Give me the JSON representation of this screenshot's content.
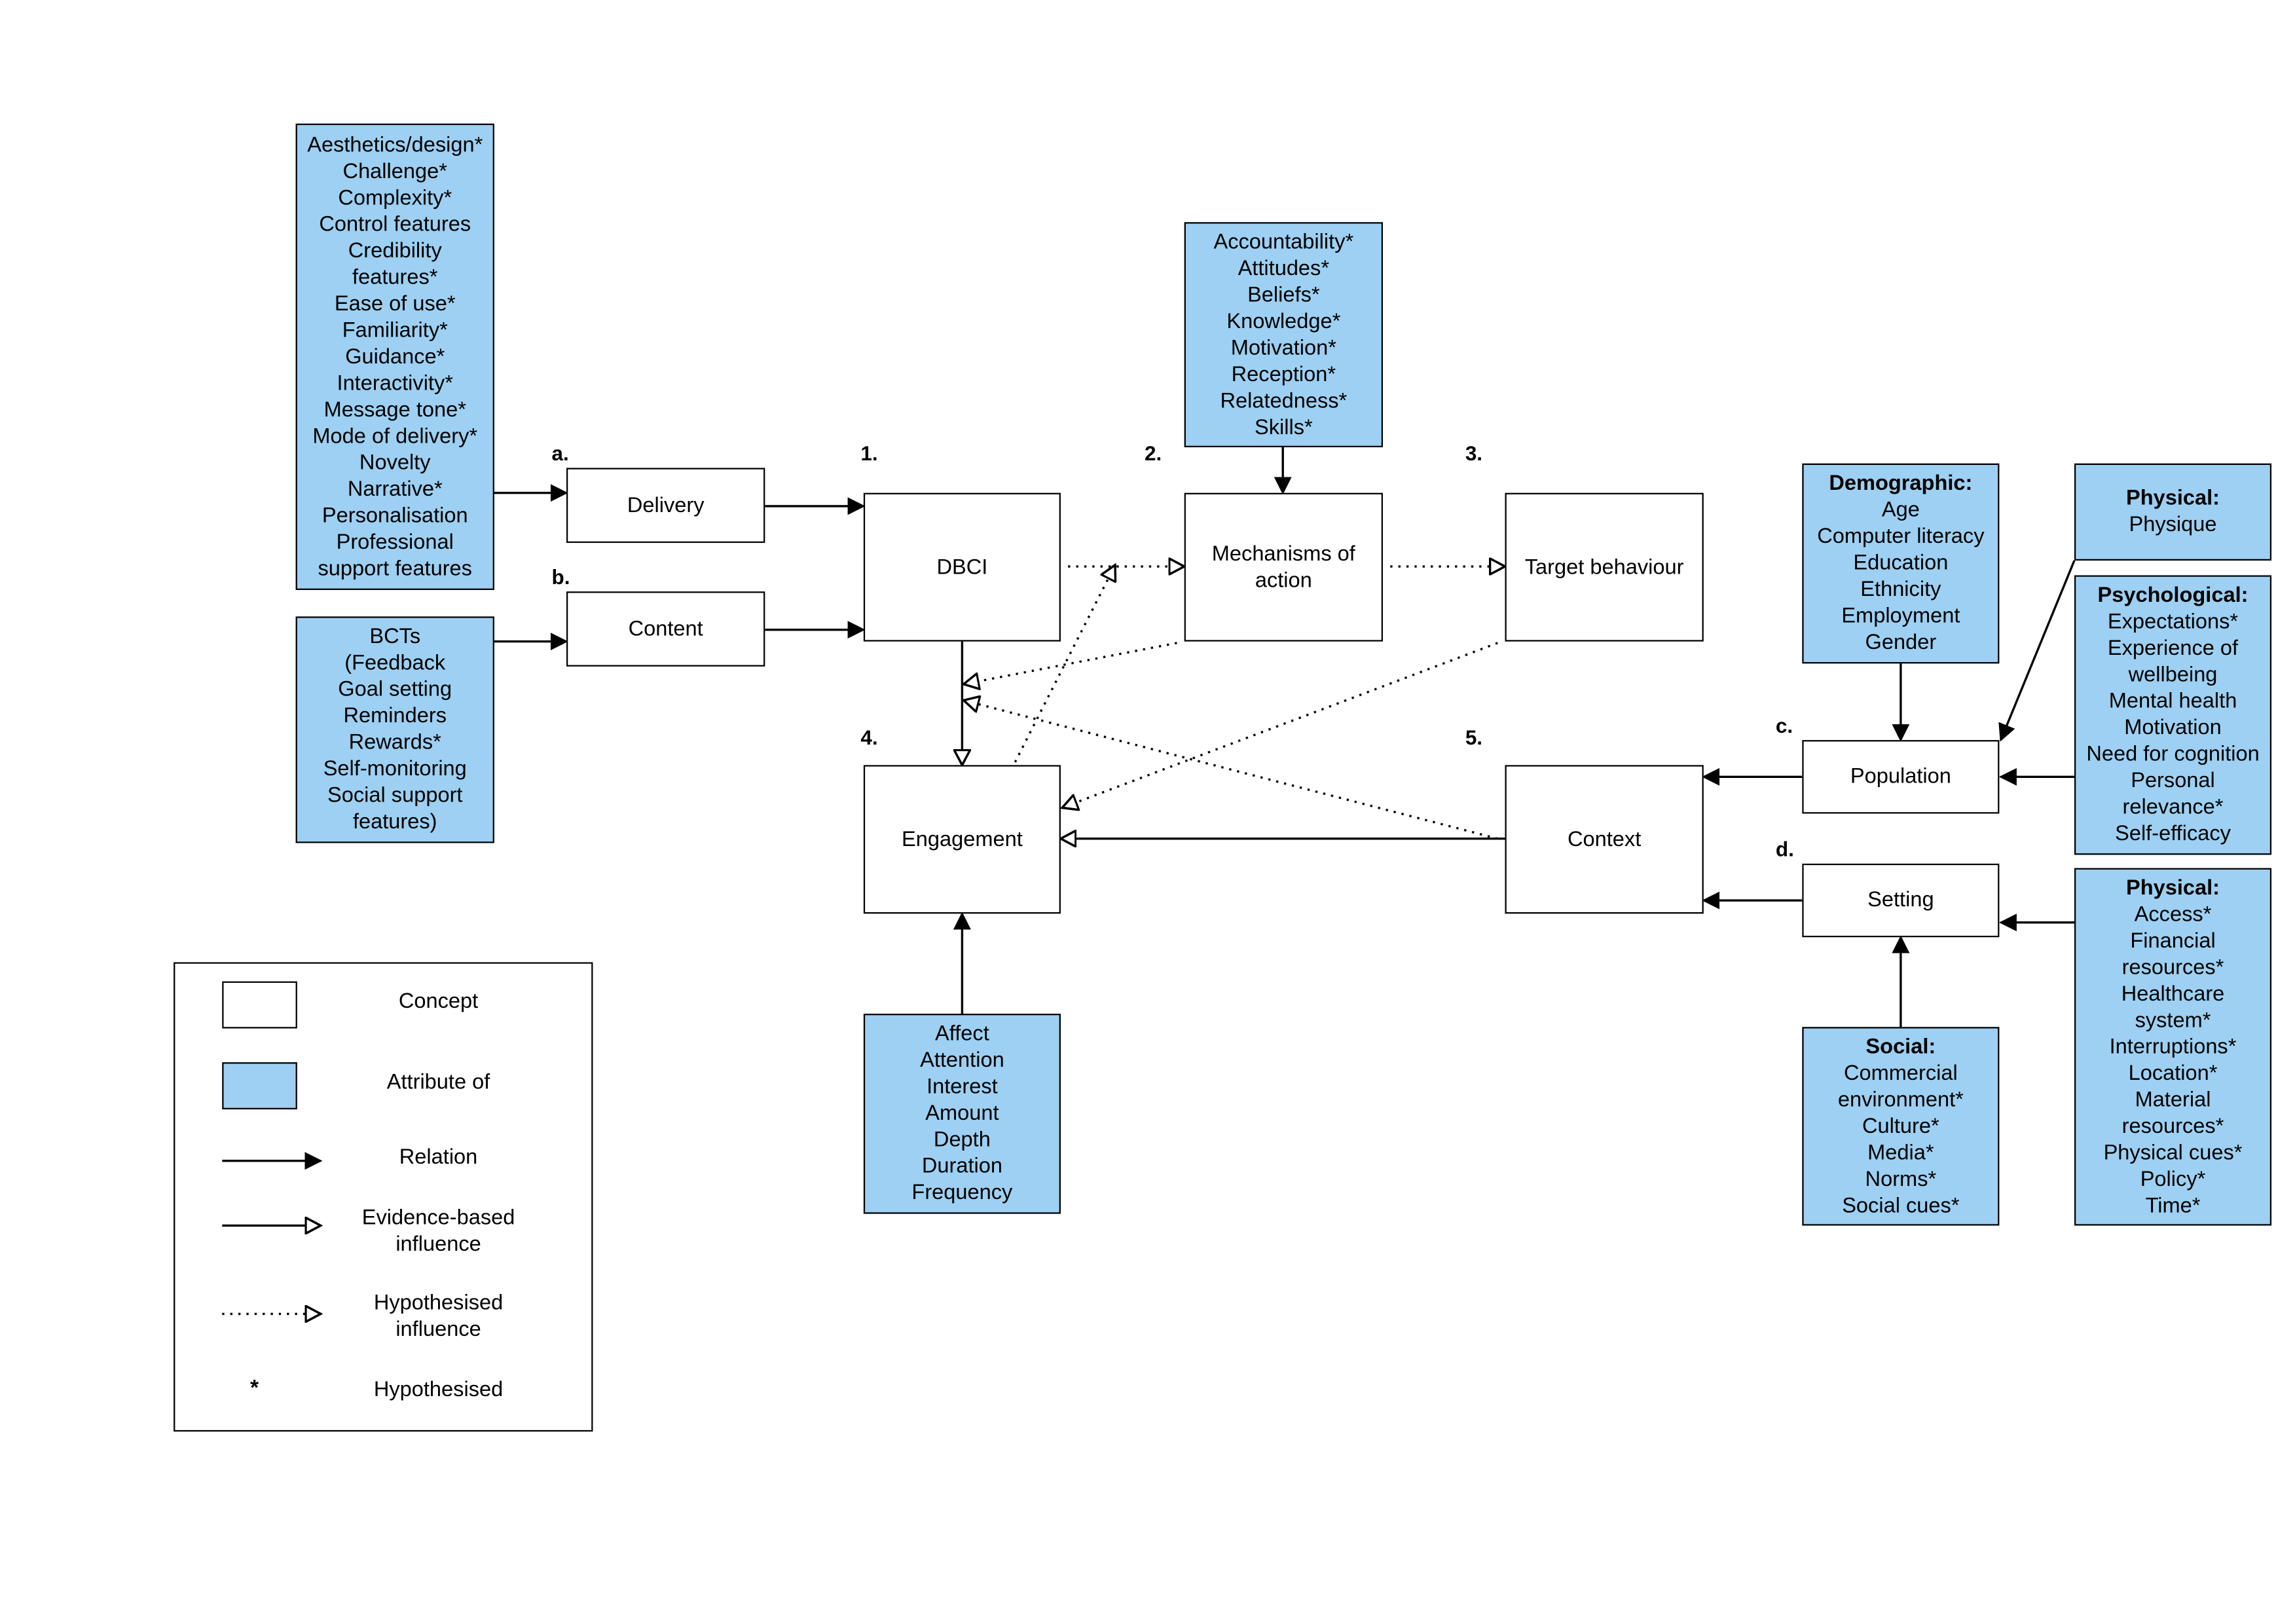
{
  "markers": {
    "a": "a.",
    "b": "b.",
    "c": "c.",
    "d": "d.",
    "n1": "1.",
    "n2": "2.",
    "n3": "3.",
    "n4": "4.",
    "n5": "5."
  },
  "concepts": {
    "delivery": "Delivery",
    "content": "Content",
    "dbci": "DBCI",
    "mechanisms": "Mechanisms of action",
    "target": "Target behaviour",
    "engagement": "Engagement",
    "context": "Context",
    "population": "Population",
    "setting": "Setting"
  },
  "attributes": {
    "delivery": [
      "Aesthetics/design*",
      "Challenge*",
      "Complexity*",
      "Control features",
      "Credibility",
      "features*",
      "Ease of use*",
      "Familiarity*",
      "Guidance*",
      "Interactivity*",
      "Message tone*",
      "Mode of delivery*",
      "Novelty",
      "Narrative*",
      "Personalisation",
      "Professional",
      "support features"
    ],
    "content": [
      "BCTs",
      "(Feedback",
      "Goal setting",
      "Reminders",
      "Rewards*",
      "Self-monitoring",
      "Social support",
      "features)"
    ],
    "mechanisms": [
      "Accountability*",
      "Attitudes*",
      "Beliefs*",
      "Knowledge*",
      "Motivation*",
      "Reception*",
      "Relatedness*",
      "Skills*"
    ],
    "engagement": [
      "Affect",
      "Attention",
      "Interest",
      "Amount",
      "Depth",
      "Duration",
      "Frequency"
    ],
    "demographic": {
      "heading": "Demographic:",
      "items": [
        "Age",
        "Computer literacy",
        "Education",
        "Ethnicity",
        "Employment",
        "Gender"
      ]
    },
    "physical_pop": {
      "heading": "Physical:",
      "items": [
        "Physique"
      ]
    },
    "psychological": {
      "heading": "Psychological:",
      "items": [
        "Expectations*",
        "Experience of",
        "wellbeing",
        "Mental health",
        "Motivation",
        "Need for cognition",
        "Personal",
        "relevance*",
        "Self-efficacy"
      ]
    },
    "physical_set": {
      "heading": "Physical:",
      "items": [
        "Access*",
        "Financial",
        "resources*",
        "Healthcare",
        "system*",
        "Interruptions*",
        "Location*",
        "Material",
        "resources*",
        "Physical cues*",
        "Policy*",
        "Time*"
      ]
    },
    "social": {
      "heading": "Social:",
      "items": [
        "Commercial",
        "environment*",
        "Culture*",
        "Media*",
        "Norms*",
        "Social cues*"
      ]
    }
  },
  "legend": {
    "concept": "Concept",
    "attribute": "Attribute of",
    "relation": "Relation",
    "evidence": "Evidence-based influence",
    "hypothesised_influence": "Hypothesised influence",
    "asterisk": "*",
    "hypothesised": "Hypothesised"
  },
  "colors": {
    "attribute_fill": "#9dd0f2",
    "stroke": "#000000"
  }
}
